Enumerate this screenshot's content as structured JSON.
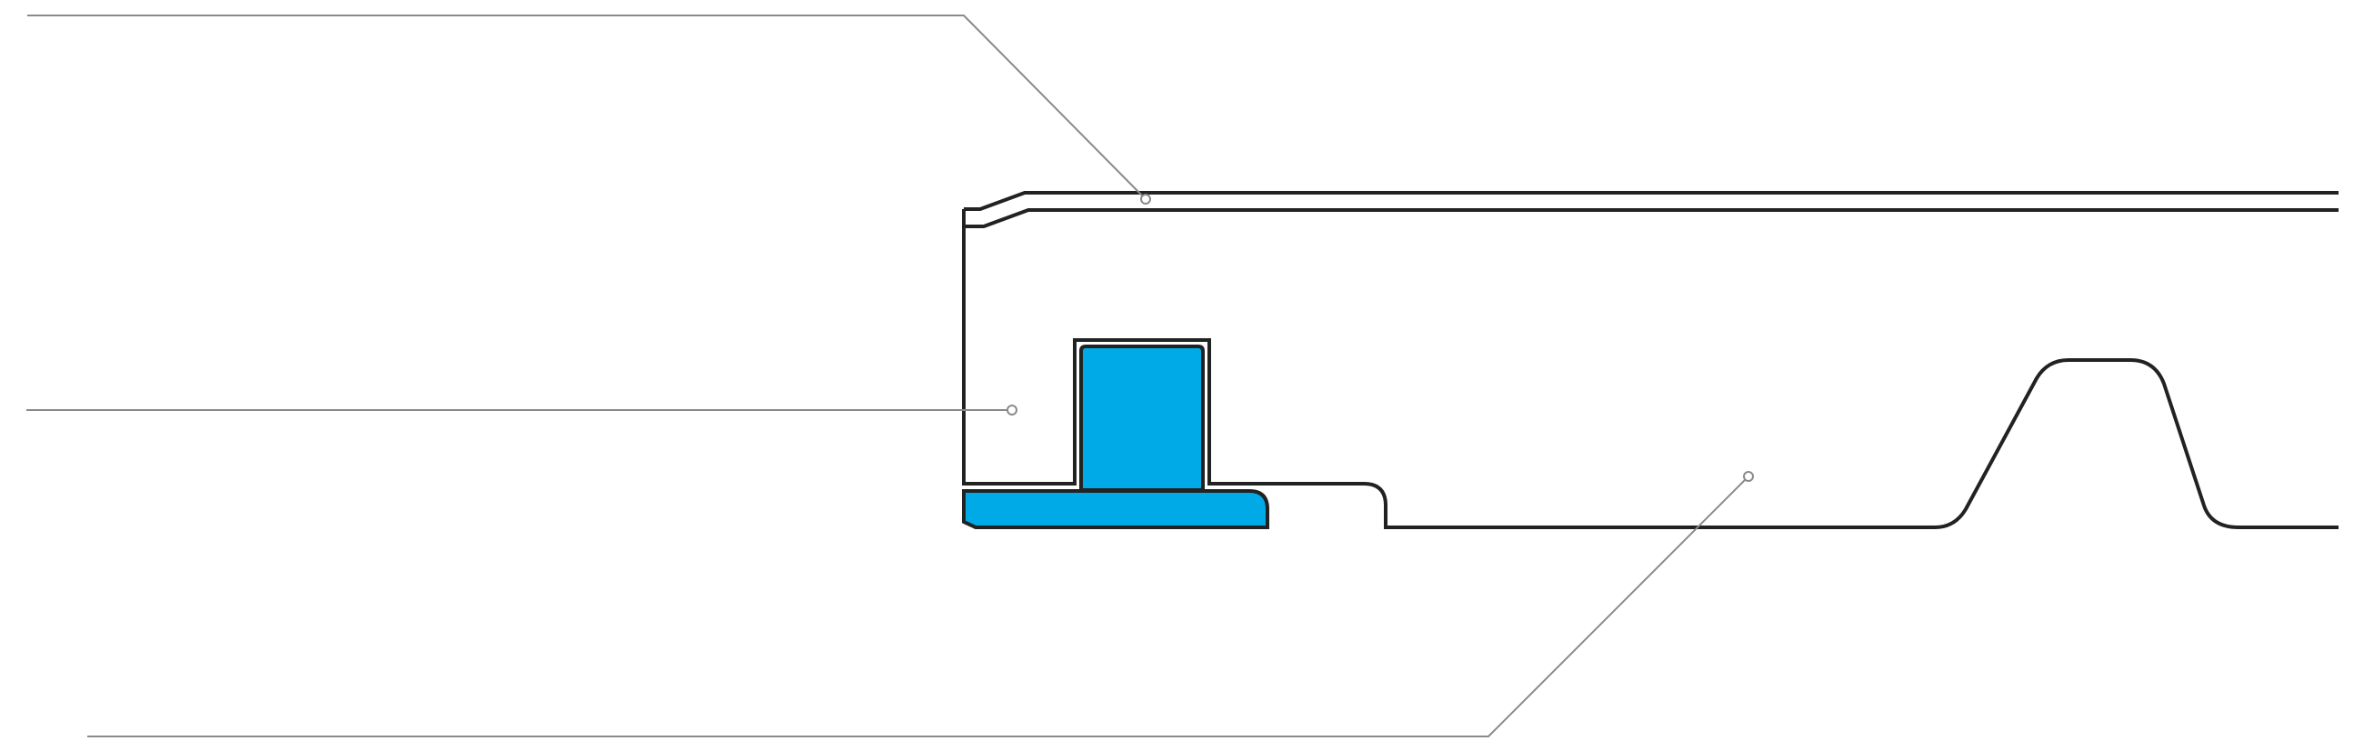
{
  "diagram": {
    "kind": "cross-section-profile",
    "colors": {
      "background": "#ffffff",
      "outline": "#222222",
      "insert_fill": "#00aae7",
      "leader_line": "#8a8a8a"
    },
    "parts": [
      {
        "id": "top-skin",
        "label": ""
      },
      {
        "id": "core-outline",
        "label": ""
      },
      {
        "id": "insert",
        "label": ""
      },
      {
        "id": "bottom-profile",
        "label": ""
      }
    ],
    "callouts": [
      {
        "id": "callout-top",
        "target": "top-skin",
        "label": ""
      },
      {
        "id": "callout-left",
        "target": "insert",
        "label": ""
      },
      {
        "id": "callout-bottom",
        "target": "bottom-profile",
        "label": ""
      }
    ]
  }
}
